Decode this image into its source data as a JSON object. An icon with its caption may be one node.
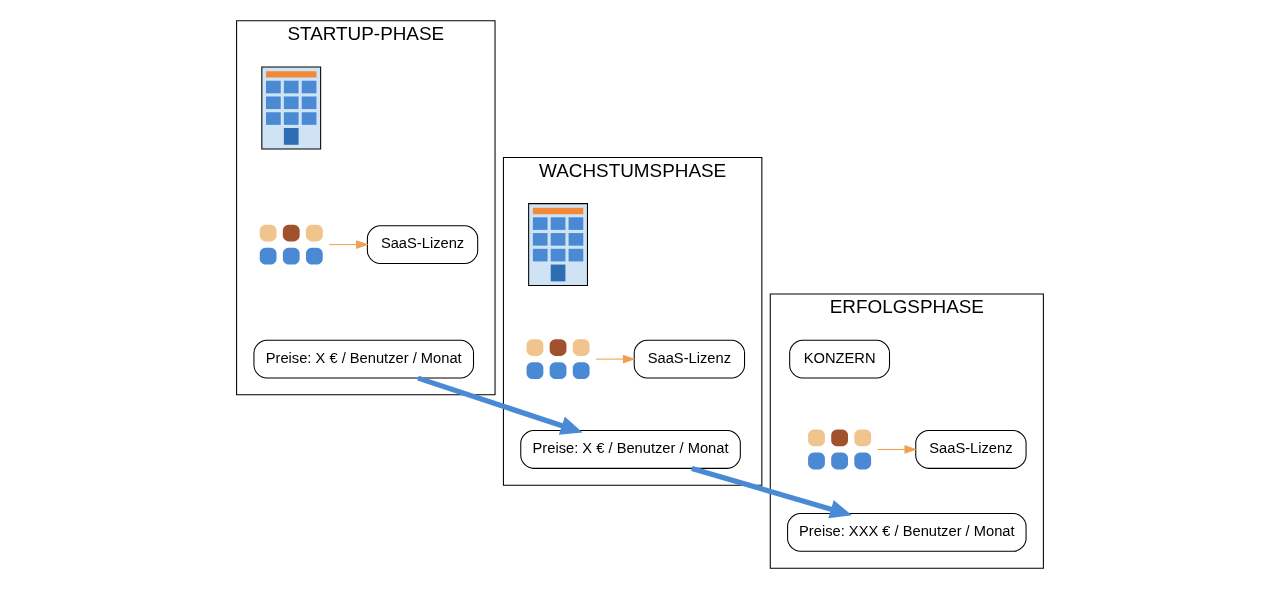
{
  "diagram": {
    "nodes": [
      {
        "text": [
          "STARTUP-PHASE"
        ]
      },
      {
        "text": [],
        "shape": "picture",
        "in": 0
      },
      {
        "text": [],
        "shape": "picture",
        "in": 0
      },
      {
        "text": [
          "SaaS-Lizenz"
        ],
        "in": 0
      },
      {
        "text": [
          "Preise: X € / Benutzer / Monat"
        ],
        "in": 0
      },
      {
        "text": [
          "WACHSTUMSPHASE"
        ]
      },
      {
        "text": [],
        "shape": "picture",
        "in": 5
      },
      {
        "text": [],
        "shape": "picture",
        "in": 5
      },
      {
        "text": [
          "SaaS-Lizenz"
        ],
        "in": 5
      },
      {
        "text": [
          "Preise: X € / Benutzer / Monat"
        ],
        "in": 5
      },
      {
        "text": [
          "ERFOLGSPHASE"
        ]
      },
      {
        "text": [
          "KONZERN"
        ],
        "in": 10
      },
      {
        "text": [],
        "shape": "picture",
        "in": 10
      },
      {
        "text": [
          "SaaS-Lizenz"
        ],
        "in": 10
      },
      {
        "text": [
          "Preise: XXX € / Benutzer / Monat"
        ],
        "in": 10
      }
    ],
    "edges": [
      {
        "from": 2,
        "to": 3,
        "arrow": "to",
        "color": "#f0a050"
      },
      {
        "from": 7,
        "to": 8,
        "arrow": "to",
        "color": "#f0a050"
      },
      {
        "from": 12,
        "to": 13,
        "arrow": "to",
        "color": "#f0a050"
      },
      {
        "from": 4,
        "to": 9,
        "arrow": "to",
        "style": "thick",
        "color": "#4a8ad4"
      },
      {
        "from": 9,
        "to": 14,
        "arrow": "to",
        "style": "thick",
        "color": "#4a8ad4"
      }
    ]
  }
}
